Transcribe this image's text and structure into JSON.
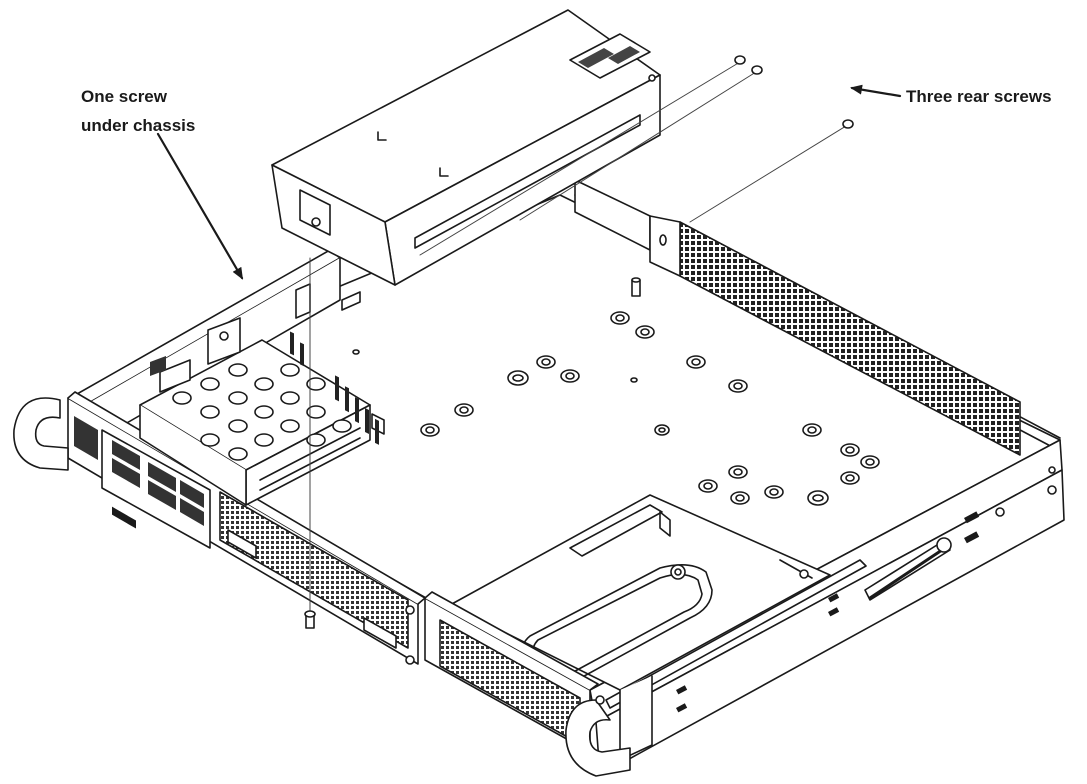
{
  "annotations": {
    "one_screw_line1": "One screw",
    "one_screw_line2": "under chassis",
    "three_rear_screws": "Three rear screws"
  },
  "colors": {
    "ink": "#1a1a1a",
    "shade": "#6b6b6b",
    "paper": "#ffffff"
  }
}
